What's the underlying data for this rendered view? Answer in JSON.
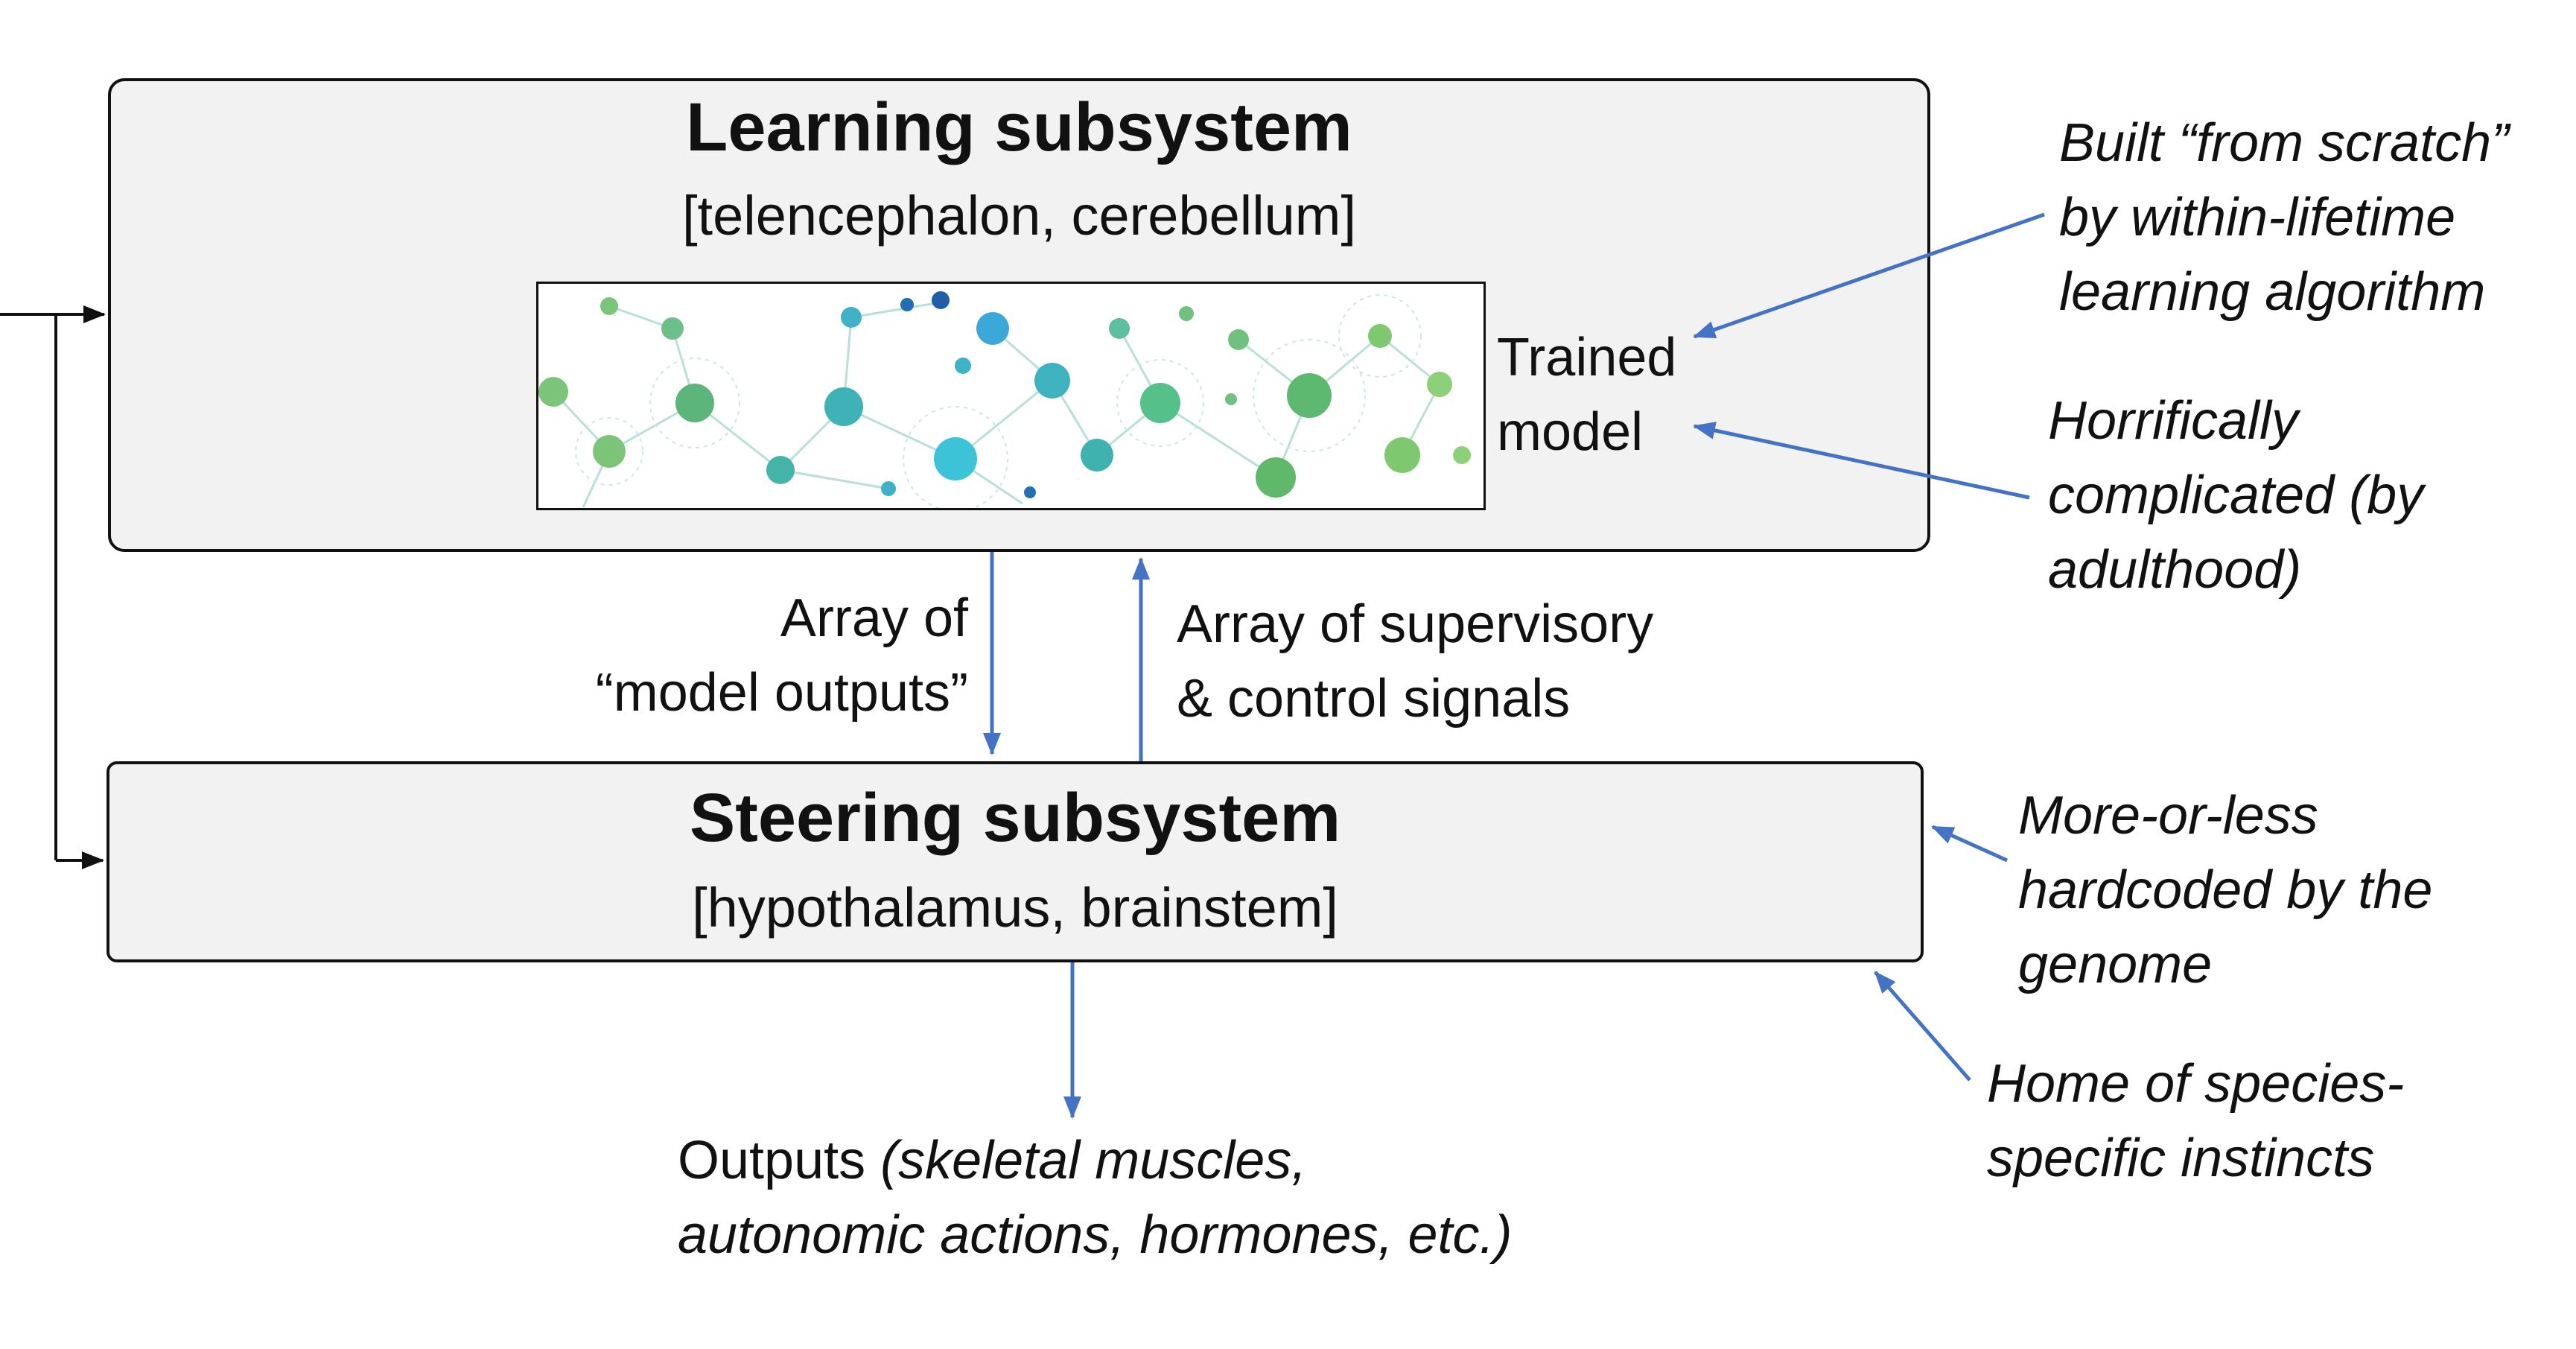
{
  "learning": {
    "title": "Learning subsystem",
    "regions": "[telencephalon, cerebellum]",
    "model_label_1": "Trained",
    "model_label_2": "model"
  },
  "steering": {
    "title": "Steering subsystem",
    "regions": "[hypothalamus, brainstem]"
  },
  "down_arrow_label": {
    "line1": "Array of",
    "line2": "“model outputs”"
  },
  "up_arrow_label": {
    "line1": "Array of supervisory",
    "line2": "& control signals"
  },
  "outputs": {
    "prefix": "Outputs ",
    "italic1": "(skeletal muscles,",
    "italic2": "autonomic actions, hormones, etc.)"
  },
  "notes": {
    "built": [
      "Built “from scratch”",
      "by within-lifetime",
      "learning algorithm"
    ],
    "horrific": [
      "Horrifically",
      "complicated (by",
      "adulthood)"
    ],
    "hardcoded": [
      "More-or-less",
      "hardcoded by the",
      "genome"
    ],
    "instincts": [
      "Home of species-",
      "specific instincts"
    ]
  },
  "colors": {
    "arrow_blue": "#4472c4",
    "box_fill": "#f2f2f2",
    "line_black": "#111111"
  }
}
